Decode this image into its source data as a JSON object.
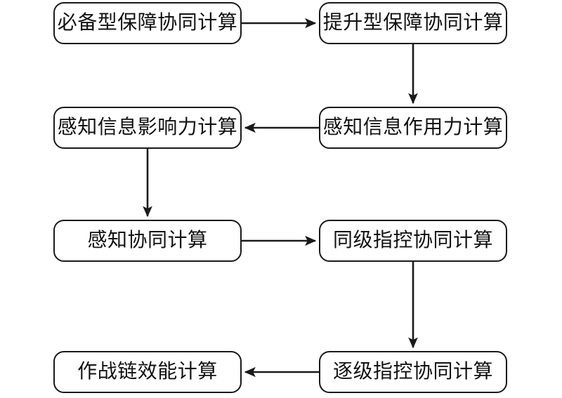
{
  "diagram": {
    "type": "flowchart",
    "orientation": "serpentine-grid",
    "columns": 2,
    "rows": 4,
    "background_color": "#ffffff",
    "stroke_color": "#1a1a1a",
    "node_fill_color": "#ffffff",
    "nodes": [
      {
        "id": "n1",
        "label": "必备型保障协同计算",
        "row": 1,
        "column": "left"
      },
      {
        "id": "n2",
        "label": "提升型保障协同计算",
        "row": 1,
        "column": "right"
      },
      {
        "id": "n3",
        "label": "感知信息影响力计算",
        "row": 2,
        "column": "left"
      },
      {
        "id": "n4",
        "label": "感知信息作用力计算",
        "row": 2,
        "column": "right"
      },
      {
        "id": "n5",
        "label": "感知协同计算",
        "row": 3,
        "column": "left"
      },
      {
        "id": "n6",
        "label": "同级指控协同计算",
        "row": 3,
        "column": "right"
      },
      {
        "id": "n7",
        "label": "作战链效能计算",
        "row": 4,
        "column": "left"
      },
      {
        "id": "n8",
        "label": "逐级指控协同计算",
        "row": 4,
        "column": "right"
      }
    ],
    "edges": [
      {
        "id": "e1",
        "from": "n1",
        "to": "n2",
        "direction": "right"
      },
      {
        "id": "e2",
        "from": "n2",
        "to": "n4",
        "direction": "down"
      },
      {
        "id": "e3",
        "from": "n4",
        "to": "n3",
        "direction": "left"
      },
      {
        "id": "e4",
        "from": "n3",
        "to": "n5",
        "direction": "down"
      },
      {
        "id": "e5",
        "from": "n5",
        "to": "n6",
        "direction": "right"
      },
      {
        "id": "e6",
        "from": "n6",
        "to": "n8",
        "direction": "down"
      },
      {
        "id": "e7",
        "from": "n8",
        "to": "n7",
        "direction": "left"
      }
    ]
  }
}
